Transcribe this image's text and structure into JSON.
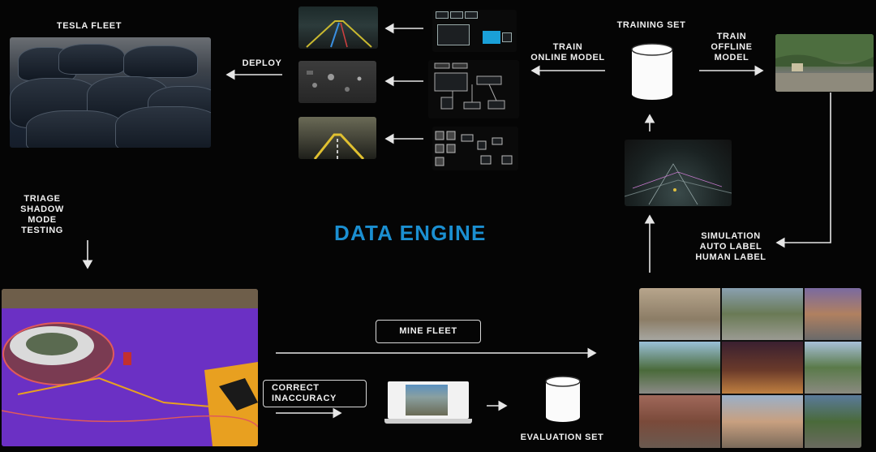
{
  "title": "DATA ENGINE",
  "labels": {
    "tesla_fleet": "TESLA FLEET",
    "deploy": "DEPLOY",
    "train_online": "TRAIN\nONLINE MODEL",
    "training_set": "TRAINING SET",
    "train_offline": "TRAIN\nOFFLINE\nMODEL",
    "triage": "TRIAGE\nSHADOW\nMODE\nTESTING",
    "simulation": "SIMULATION\nAUTO LABEL\nHUMAN LABEL",
    "mine_fleet": "MINE FLEET",
    "correct_inaccuracy": "CORRECT\nINACCURACY",
    "evaluation_set": "EVALUATION SET"
  },
  "colors": {
    "accent": "#1b8fd1",
    "background": "#050505",
    "arrow": "#e6e6e6",
    "segmentation_purple": "#6a2fc0"
  }
}
